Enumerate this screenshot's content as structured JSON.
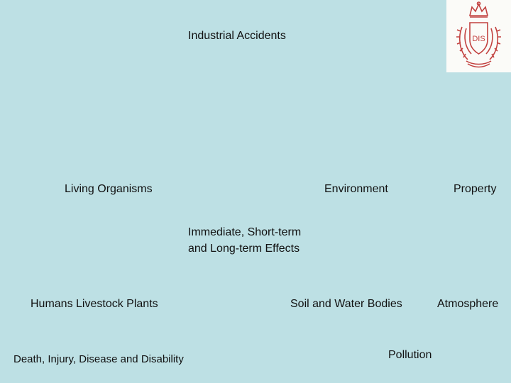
{
  "diagram": {
    "top": "Industrial Accidents",
    "targets": {
      "living": "Living Organisms",
      "environment": "Environment",
      "property": "Property"
    },
    "effects": {
      "line1": "Immediate, Short-term",
      "line2": "and Long-term Effects"
    },
    "subjects": {
      "humans": "Humans Livestock Plants",
      "soil": "Soil and Water Bodies",
      "atmosphere": "Atmosphere"
    },
    "outcomes": {
      "death": "Death, Injury, Disease and Disability",
      "pollution": "Pollution"
    }
  },
  "logo": {
    "text": "DIS",
    "color": "#c2413f"
  }
}
